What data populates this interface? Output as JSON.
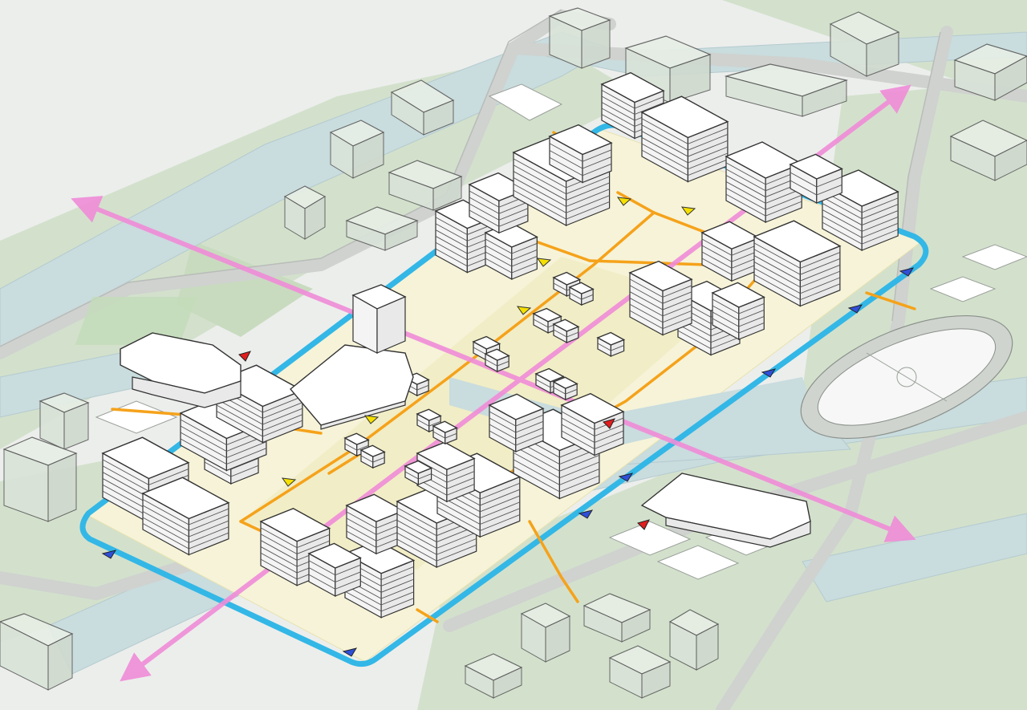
{
  "diagram": {
    "colors": {
      "water": "#c9dcde",
      "green": "#d3e1cc",
      "site": "#f6f3d8",
      "road": "#d7d9d7",
      "ring_road": "#33b7e6",
      "axis": "#f08cd8",
      "paths": "#f5a21a",
      "marker_yellow": "#f5e000",
      "marker_blue": "#2f4fd8",
      "marker_red": "#e11d1d"
    },
    "elements": {
      "ring_road": "campus-ring-road",
      "axis": "pink-axis-arrows",
      "paths": "orange-pedestrian-paths",
      "markers": [
        "yellow-entrance-markers",
        "blue-entrance-markers",
        "red-entrance-markers"
      ],
      "sports_field": "running-track"
    }
  }
}
